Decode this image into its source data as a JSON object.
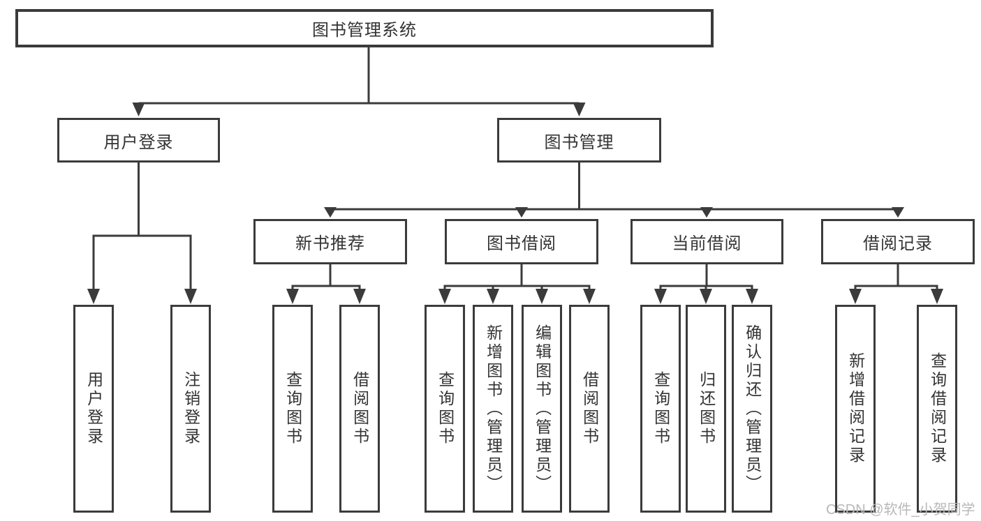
{
  "diagram": {
    "type": "hierarchy-flowchart",
    "title": "图书管理系统",
    "colors": {
      "line": "#3b3b3b",
      "box_border": "#3b3b3b",
      "text": "#333333",
      "background": "#ffffff",
      "watermark_text": "#b8b8b8"
    }
  },
  "labels": {
    "root": "图书管理系统",
    "user_login": "用户登录",
    "book_mgmt": "图书管理",
    "new_books": "新书推荐",
    "book_borrow": "图书借阅",
    "current_borrow": "当前借阅",
    "borrow_records": "借阅记录",
    "leaf_user_login": "用户登录",
    "leaf_logout": "注销登录",
    "leaf_nb_query": "查询图书",
    "leaf_nb_borrow": "借阅图书",
    "leaf_bb_query": "查询图书",
    "leaf_bb_add": "新增图书（管理员）",
    "leaf_bb_edit": "编辑图书（管理员）",
    "leaf_bb_borrow": "借阅图书",
    "leaf_cb_query": "查询图书",
    "leaf_cb_return": "归还图书",
    "leaf_cb_confirm": "确认归还（管理员）",
    "leaf_rec_add": "新增借阅记录",
    "leaf_rec_query": "查询借阅记录"
  },
  "hierarchy": {
    "图书管理系统": {
      "用户登录": [
        "用户登录",
        "注销登录"
      ],
      "图书管理": {
        "新书推荐": [
          "查询图书",
          "借阅图书"
        ],
        "图书借阅": [
          "查询图书",
          "新增图书（管理员）",
          "编辑图书（管理员）",
          "借阅图书"
        ],
        "当前借阅": [
          "查询图书",
          "归还图书",
          "确认归还（管理员）"
        ],
        "借阅记录": [
          "新增借阅记录",
          "查询借阅记录"
        ]
      }
    }
  },
  "watermark": "CSDN @软件_小贺同学"
}
